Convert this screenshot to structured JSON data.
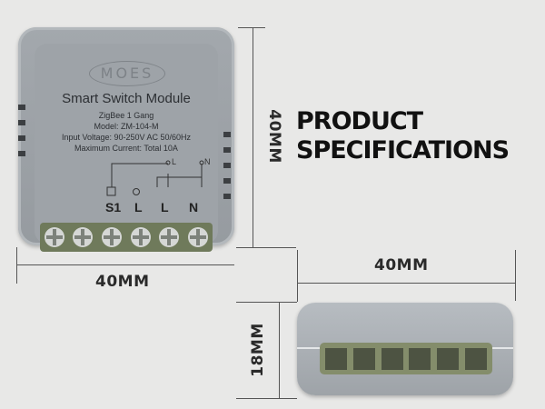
{
  "headline": {
    "line1": "PRODUCT",
    "line2": "SPECIFICATIONS"
  },
  "dimensions": {
    "height": "40MM",
    "width_front": "40MM",
    "width_side": "40MM",
    "depth": "18MM"
  },
  "module": {
    "brand": "MOES",
    "title": "Smart Switch Module",
    "specs": [
      "ZigBee 1 Gang",
      "Model: ZM-104-M",
      "Input Voltage: 90-250V AC 50/60Hz",
      "Maximum Current: Total 10A"
    ],
    "terminals": [
      "S1",
      "L",
      "L",
      "N"
    ],
    "diagram_labels": [
      "L",
      "N"
    ]
  },
  "colors": {
    "background": "#e8e8e7",
    "housing": "#9ea3a8",
    "terminal_block": "#6f7a5b"
  }
}
